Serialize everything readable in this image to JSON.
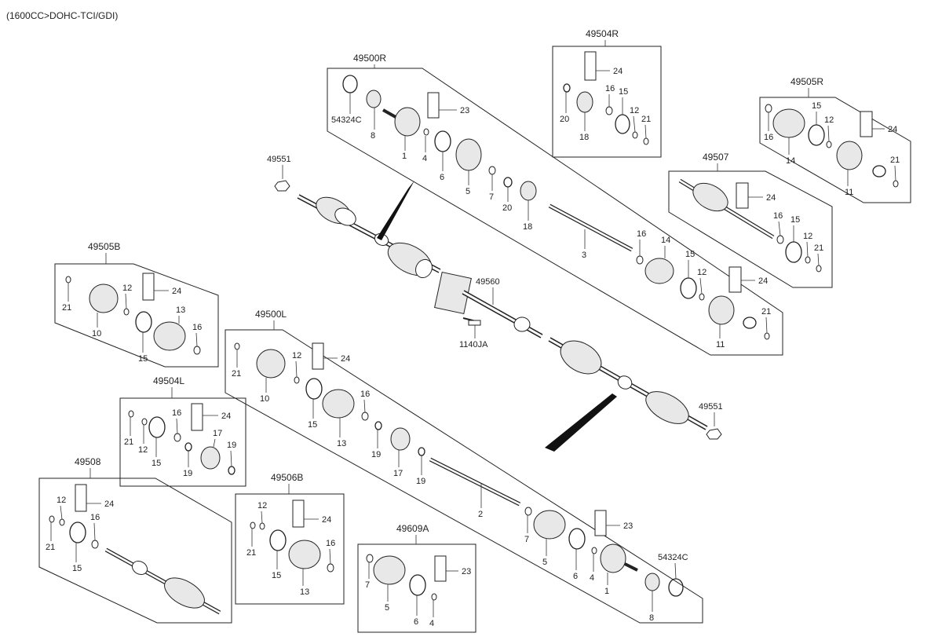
{
  "header": {
    "engine_code": "(1600CC>DOHC-TCI/GDI)"
  },
  "groups": {
    "g49500R": "49500R",
    "g49504R": "49504R",
    "g49505R": "49505R",
    "g49507": "49507",
    "g49505B": "49505B",
    "g49500L": "49500L",
    "g49504L": "49504L",
    "g49508": "49508",
    "g49506B": "49506B",
    "g49609A": "49609A"
  },
  "parts": {
    "p49551": "49551",
    "p49560": "49560",
    "p1140JA": "1140JA",
    "p54324C": "54324C",
    "n1": "1",
    "n2": "2",
    "n3": "3",
    "n4": "4",
    "n5": "5",
    "n6": "6",
    "n7": "7",
    "n8": "8",
    "n10": "10",
    "n11": "11",
    "n12": "12",
    "n13": "13",
    "n14": "14",
    "n15": "15",
    "n16": "16",
    "n17": "17",
    "n18": "18",
    "n19": "19",
    "n20": "20",
    "n21": "21",
    "n23": "23",
    "n24": "24"
  }
}
